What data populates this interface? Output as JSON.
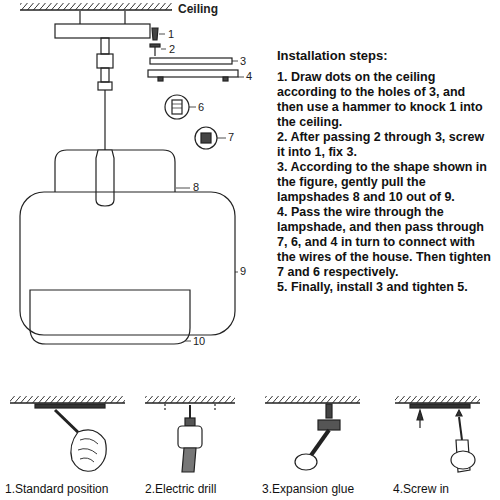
{
  "diagram": {
    "labels": [
      "Ceiling",
      "1",
      "2",
      "3",
      "4",
      "6",
      "7",
      "8",
      "9",
      "10",
      "Installation steps:",
      "1. Draw dots on the ceiling according to the holes of 3, and then use a hammer to knock 1 into the ceiling.",
      "2. After passing 2 through 3, screw it into 1, fix 3.",
      "3. According to the shape shown in the figure, gently pull the lampshades 8 and 10 out of 9.",
      "4. Pass the wire through the lampshade, and then pass through 7, 6, and 4 in turn to connect with the wires of the house. Then tighten 7 and 6 respectively.",
      "5. Finally, install 3 and tighten 5.",
      "1.Standard position",
      "2.Electric drill",
      "3.Expansion glue",
      "4.Screw in"
    ]
  }
}
